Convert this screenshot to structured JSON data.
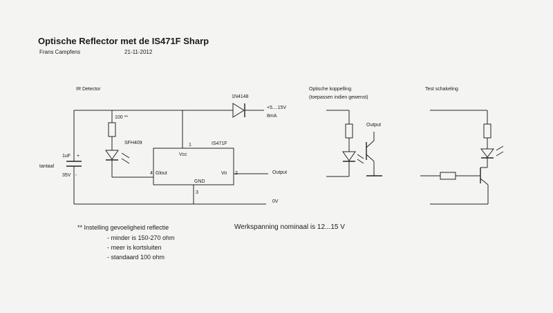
{
  "header": {
    "title": "Optische Reflector met de IS471F Sharp",
    "author": "Frans Campfens",
    "date": "21-11-2012"
  },
  "detector": {
    "section_label": "IR Detector",
    "capacitor_top": "1uF",
    "capacitor_plus": "+",
    "capacitor_type": "tantaal",
    "capacitor_voltage": "35V",
    "capacitor_minus": "-",
    "resistor_label": "100 **",
    "led_label": "SFH409",
    "diode_label": "1N4148",
    "supply_label": "+5....15V",
    "supply_current": "8mA",
    "ic_name": "IS471F",
    "pin_vcc_num": "1",
    "pin_vcc": "Vcc",
    "pin_glout_num": "4",
    "pin_glout": "Glout",
    "pin_vo": "Vo",
    "pin_vo_num": "2",
    "pin_gnd": "GND",
    "pin_gnd_num": "3",
    "output_label": "Output",
    "ground_label": "0V"
  },
  "coupler": {
    "section_label": "Optische koppelling",
    "note": "(toepassen indien gewenst)",
    "output_label": "Output"
  },
  "test": {
    "section_label": "Test schakeling"
  },
  "notes": {
    "heading": "** Instelling gevoeligheid reflectie",
    "items": [
      "- minder is 150-270 ohm",
      "- meer is kortsluiten",
      "- standaard 100 ohm"
    ],
    "voltage_note": "Werkspanning nominaal is 12...15 V"
  }
}
